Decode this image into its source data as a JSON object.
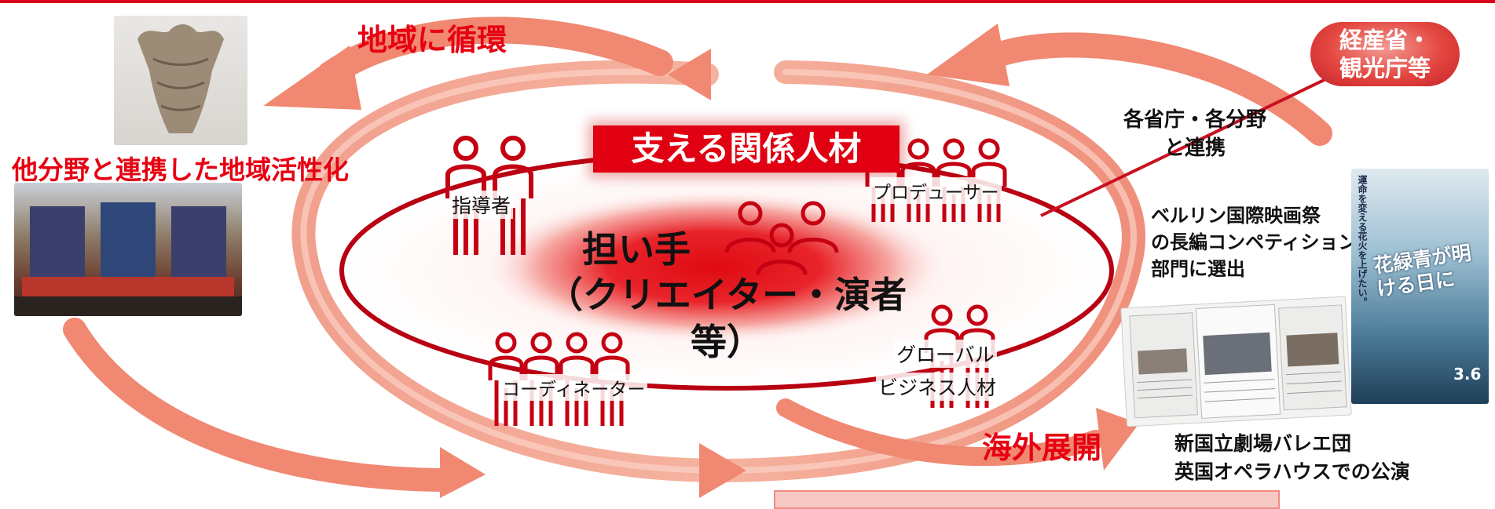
{
  "labels": {
    "regional_circulation": "地域に循環",
    "regional_activation": "他分野と連携した地域活性化",
    "supporting_talent": "支える関係人材",
    "ministries_badge_line1": "経産省・",
    "ministries_badge_line2": "観光庁等",
    "ministries_cooperation_line1": "各省庁・各分野",
    "ministries_cooperation_line2": "と連携",
    "core_line1": "担い手",
    "core_line2": "（クリエイター・演者等）",
    "overseas_expansion": "海外展開",
    "berlin_line1": "ベルリン国際映画祭",
    "berlin_line2": "の長編コンペティション",
    "berlin_line3": "部門に選出",
    "ballet_line1": "新国立劇場バレエ団",
    "ballet_line2": "英国オペラハウスでの公演"
  },
  "roles": {
    "instructor": "指導者",
    "producer": "プロデューサー",
    "coordinator": "コーディネーター",
    "global_line1": "グローバル",
    "global_line2": "ビジネス人材"
  },
  "poster_text": {
    "title": "花緑青が明ける日に",
    "vertical_copy": "運命を変える花火を上げたい。",
    "date": "3.6"
  },
  "colors": {
    "accent_red": "#e60012",
    "arrow_salmon": "#f08872",
    "ring_dark_red": "#b80012"
  }
}
